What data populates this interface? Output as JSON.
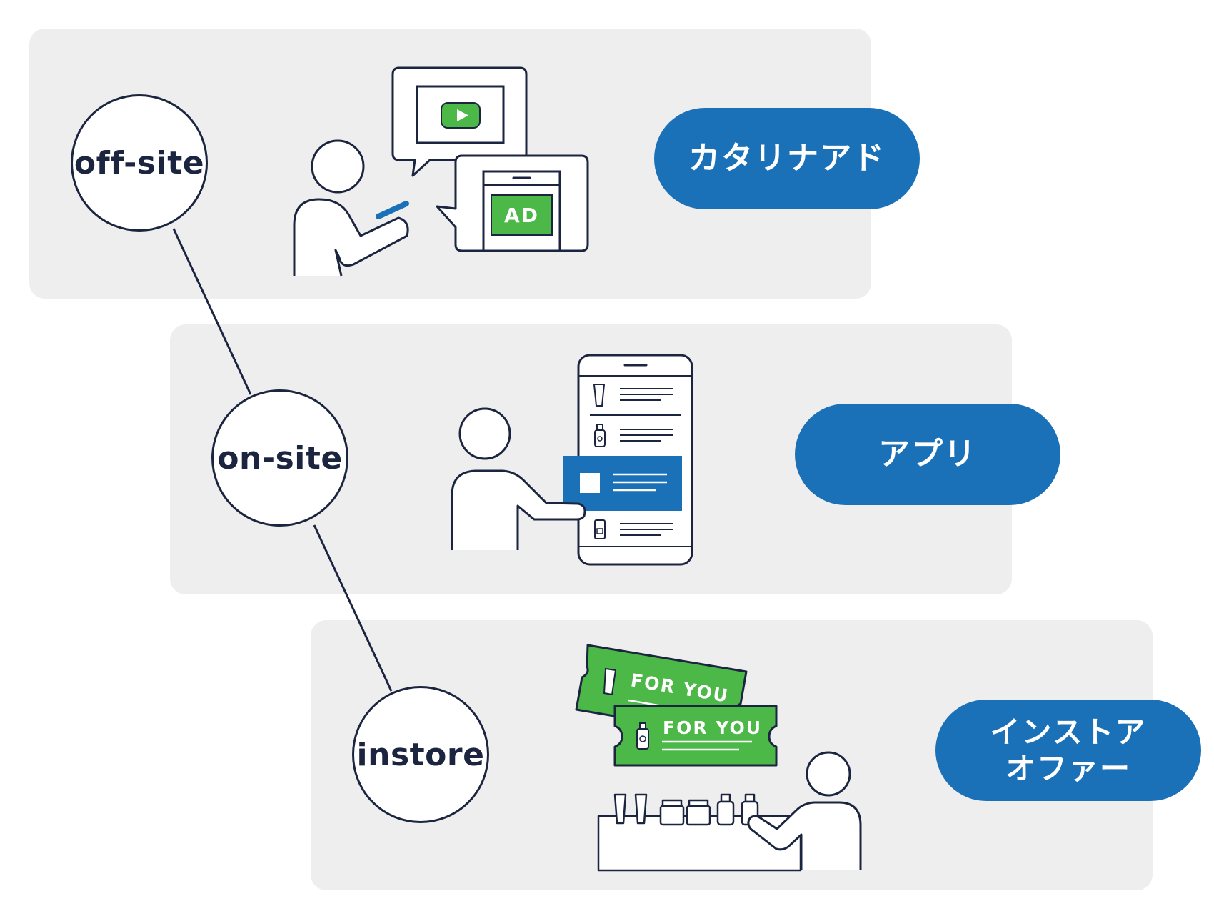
{
  "colors": {
    "navy": "#1c2540",
    "blue": "#1b71b8",
    "green": "#4cb848",
    "panel": "#eeeeee"
  },
  "rows": [
    {
      "node_label": "off-site",
      "pill_lines": [
        "カタリナアド"
      ]
    },
    {
      "node_label": "on-site",
      "pill_lines": [
        "アプリ"
      ]
    },
    {
      "node_label": "instore",
      "pill_lines": [
        "インストア",
        "オファー"
      ]
    }
  ],
  "illustrations": {
    "ad_label": "AD",
    "coupon_label": "FOR YOU",
    "icons": [
      "person-icon",
      "video-play-icon",
      "smartphone-icon",
      "coupon-icon",
      "product-shelf-icon"
    ]
  }
}
